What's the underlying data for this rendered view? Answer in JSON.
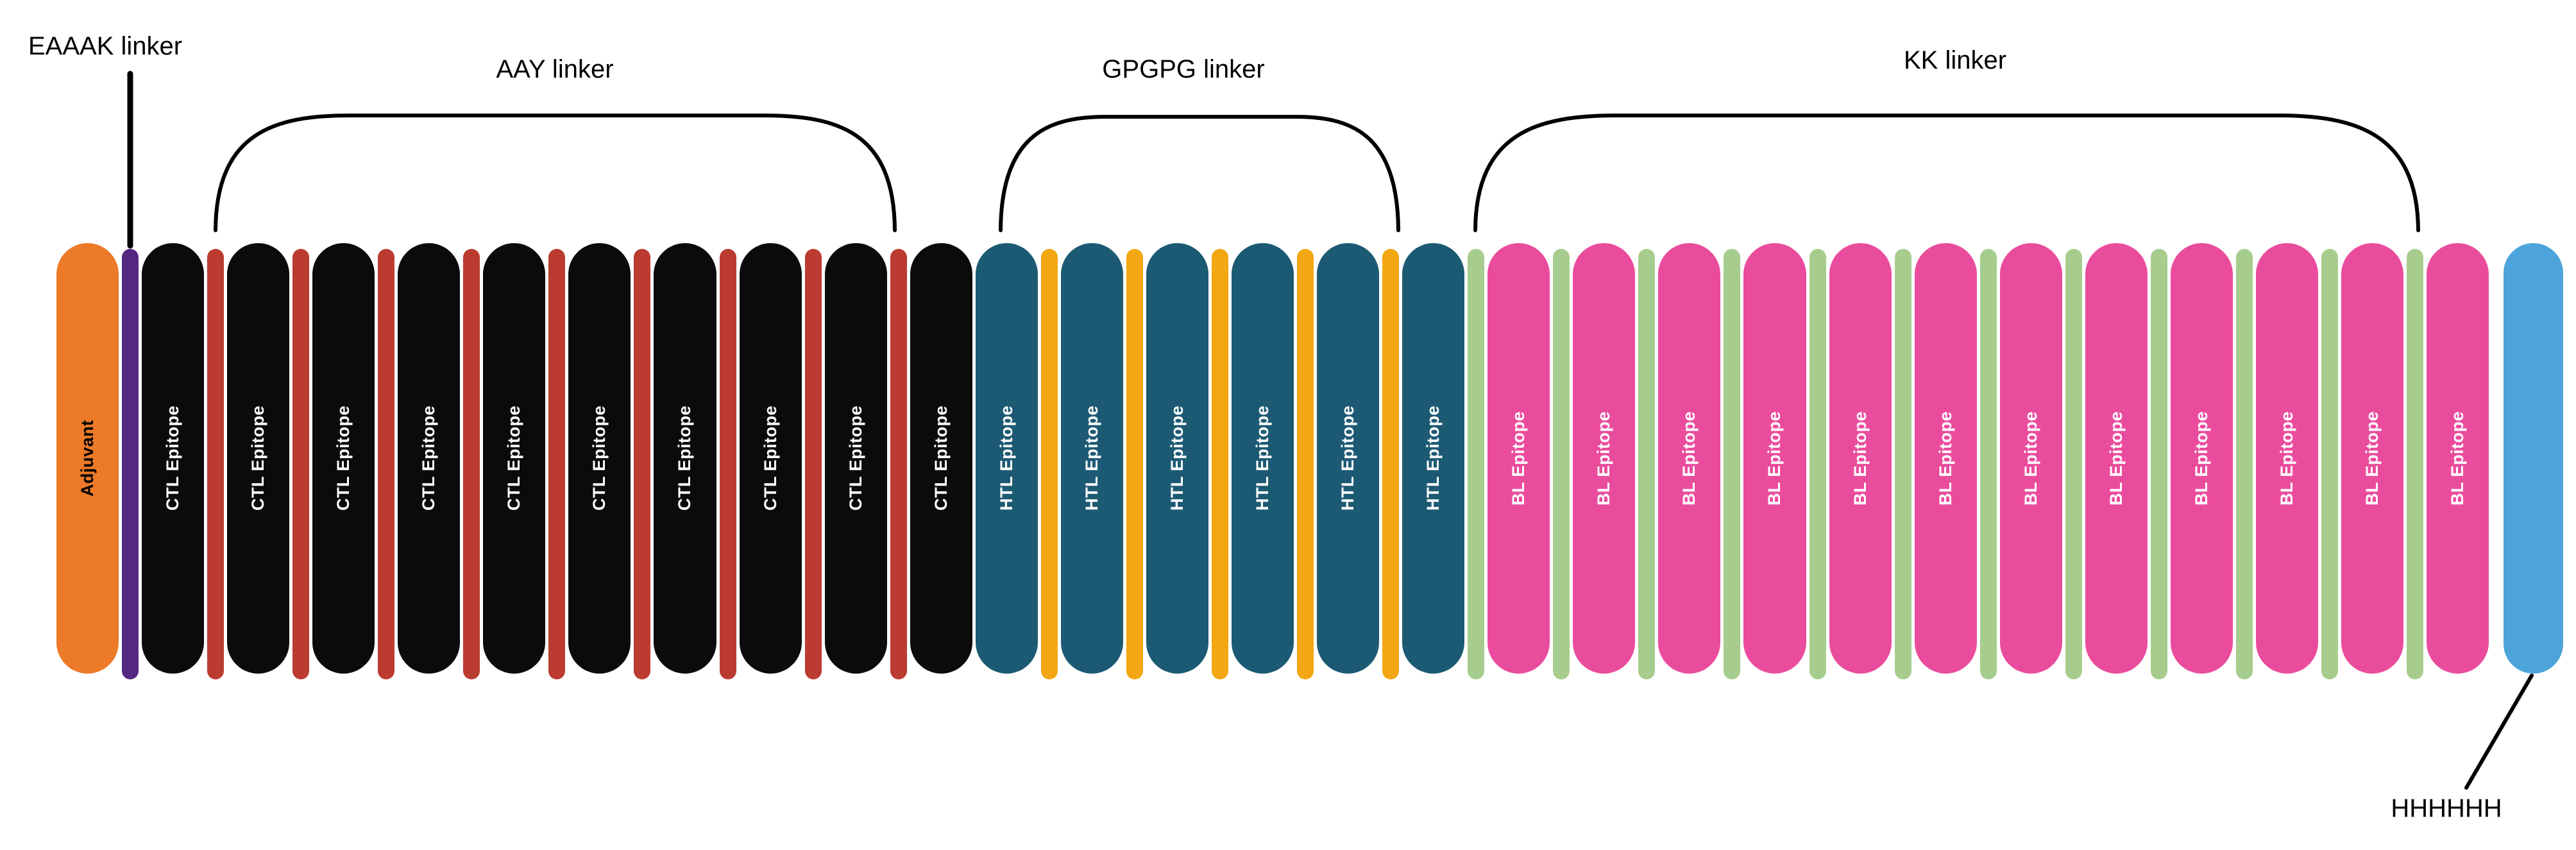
{
  "figure": {
    "background": "#FFFFFF",
    "annotations": {
      "eaaak": "EAAAK linker",
      "aay": "AAY linker",
      "gpgpg": "GPGPG linker",
      "kk": "KK linker",
      "his_tag": "HHHHHH"
    },
    "colors": {
      "adjuvant": "#EC7A28",
      "eaaak": "#542782",
      "ctl": "#0B0B0B",
      "aay": "#BB3B30",
      "htl": "#1C5A73",
      "gpgpg": "#F3A712",
      "bl": "#EA4C9D",
      "kk": "#A6CD8D",
      "his": "#4CA4DA",
      "label_on_dark": "#FFFFFF",
      "label_on_adjuvant": "#000000",
      "annotation_text": "#000000",
      "line": "#000000"
    },
    "counts": {
      "ctl_epitopes": 10,
      "htl_epitopes": 6,
      "bl_epitopes": 12
    },
    "segments": [
      {
        "kind": "adjuvant",
        "label": "Adjuvant"
      },
      {
        "kind": "eaaak"
      },
      {
        "kind": "ctl",
        "label": "CTL Epitope"
      },
      {
        "kind": "aay"
      },
      {
        "kind": "ctl",
        "label": "CTL Epitope"
      },
      {
        "kind": "aay"
      },
      {
        "kind": "ctl",
        "label": "CTL Epitope"
      },
      {
        "kind": "aay"
      },
      {
        "kind": "ctl",
        "label": "CTL Epitope"
      },
      {
        "kind": "aay"
      },
      {
        "kind": "ctl",
        "label": "CTL Epitope"
      },
      {
        "kind": "aay"
      },
      {
        "kind": "ctl",
        "label": "CTL Epitope"
      },
      {
        "kind": "aay"
      },
      {
        "kind": "ctl",
        "label": "CTL Epitope"
      },
      {
        "kind": "aay"
      },
      {
        "kind": "ctl",
        "label": "CTL Epitope"
      },
      {
        "kind": "aay"
      },
      {
        "kind": "ctl",
        "label": "CTL Epitope"
      },
      {
        "kind": "aay"
      },
      {
        "kind": "ctl",
        "label": "CTL Epitope"
      },
      {
        "kind": "htl",
        "label": "HTL Epitope"
      },
      {
        "kind": "gpgpg"
      },
      {
        "kind": "htl",
        "label": "HTL Epitope"
      },
      {
        "kind": "gpgpg"
      },
      {
        "kind": "htl",
        "label": "HTL Epitope"
      },
      {
        "kind": "gpgpg"
      },
      {
        "kind": "htl",
        "label": "HTL Epitope"
      },
      {
        "kind": "gpgpg"
      },
      {
        "kind": "htl",
        "label": "HTL Epitope"
      },
      {
        "kind": "gpgpg"
      },
      {
        "kind": "htl",
        "label": "HTL Epitope"
      },
      {
        "kind": "kk"
      },
      {
        "kind": "bl",
        "label": "BL Epitope"
      },
      {
        "kind": "kk"
      },
      {
        "kind": "bl",
        "label": "BL Epitope"
      },
      {
        "kind": "kk"
      },
      {
        "kind": "bl",
        "label": "BL Epitope"
      },
      {
        "kind": "kk"
      },
      {
        "kind": "bl",
        "label": "BL Epitope"
      },
      {
        "kind": "kk"
      },
      {
        "kind": "bl",
        "label": "BL Epitope"
      },
      {
        "kind": "kk"
      },
      {
        "kind": "bl",
        "label": "BL Epitope"
      },
      {
        "kind": "kk"
      },
      {
        "kind": "bl",
        "label": "BL Epitope"
      },
      {
        "kind": "kk"
      },
      {
        "kind": "bl",
        "label": "BL Epitope"
      },
      {
        "kind": "kk"
      },
      {
        "kind": "bl",
        "label": "BL Epitope"
      },
      {
        "kind": "kk"
      },
      {
        "kind": "bl",
        "label": "BL Epitope"
      },
      {
        "kind": "kk"
      },
      {
        "kind": "bl",
        "label": "BL Epitope"
      },
      {
        "kind": "kk"
      },
      {
        "kind": "bl",
        "label": "BL Epitope"
      },
      {
        "kind": "his"
      }
    ]
  }
}
